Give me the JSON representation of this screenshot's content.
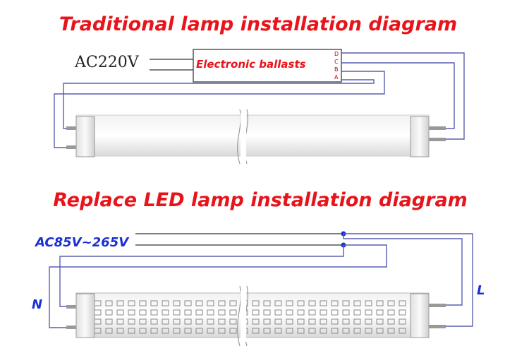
{
  "traditional": {
    "title": "Traditional lamp installation diagram",
    "voltage": "AC220V",
    "ballast_label": "Electronic ballasts",
    "terminals": [
      "D",
      "C",
      "B",
      "A"
    ]
  },
  "led": {
    "title": "Replace LED lamp installation diagram",
    "voltage": "AC85V~265V",
    "neutral_label": "N",
    "live_label": "L"
  },
  "colors": {
    "title_red": "#e8141b",
    "label_blue": "#1a2fd6",
    "wire": "#5a5fb0"
  }
}
